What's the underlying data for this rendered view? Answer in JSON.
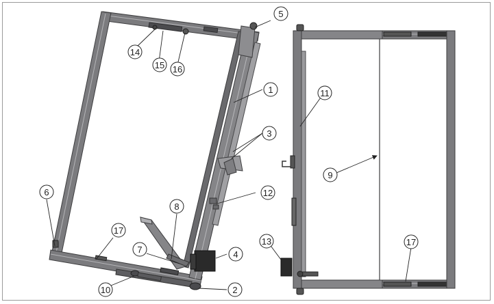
{
  "diagram": {
    "colors": {
      "frame": "#6f6f72",
      "frame_dark": "#3c3c3e",
      "frame_light": "#a9a9ab",
      "block": "#2a2a2a",
      "leader": "#222222",
      "bubble": "#ffffff"
    },
    "callouts": [
      {
        "id": "c1",
        "label": "1"
      },
      {
        "id": "c2",
        "label": "2"
      },
      {
        "id": "c3",
        "label": "3"
      },
      {
        "id": "c4",
        "label": "4"
      },
      {
        "id": "c5",
        "label": "5"
      },
      {
        "id": "c6",
        "label": "6"
      },
      {
        "id": "c7",
        "label": "7"
      },
      {
        "id": "c8",
        "label": "8"
      },
      {
        "id": "c9",
        "label": "9"
      },
      {
        "id": "c10",
        "label": "10"
      },
      {
        "id": "c11",
        "label": "11"
      },
      {
        "id": "c12",
        "label": "12"
      },
      {
        "id": "c13",
        "label": "13"
      },
      {
        "id": "c14",
        "label": "14"
      },
      {
        "id": "c15",
        "label": "15"
      },
      {
        "id": "c16",
        "label": "16"
      },
      {
        "id": "c17a",
        "label": "17"
      },
      {
        "id": "c17b",
        "label": "17"
      }
    ]
  }
}
